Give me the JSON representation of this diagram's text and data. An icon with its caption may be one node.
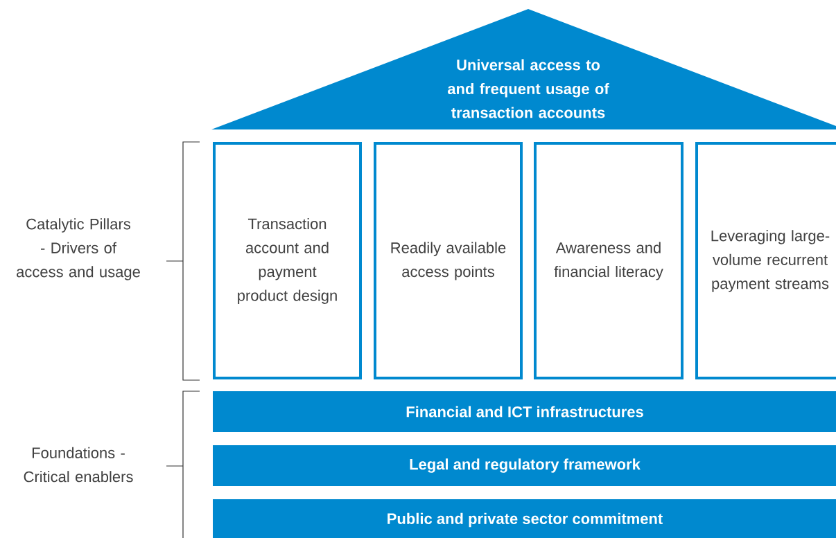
{
  "diagram": {
    "nodes": [
      {
        "text": [
          "Universal access to and frequent usage of transaction accounts"
        ]
      },
      {
        "text": [
          "Transaction account and payment product design"
        ]
      },
      {
        "text": [
          "Readily available access points"
        ]
      },
      {
        "text": [
          "Awareness and financial literacy"
        ]
      },
      {
        "text": [
          "Leveraging large-volume recurrent payment streams"
        ]
      },
      {
        "text": [
          "Financial and ICT infrastructures"
        ]
      },
      {
        "text": [
          "Legal and regulatory framework"
        ]
      },
      {
        "text": [
          "Public and private sector commitment"
        ]
      }
    ],
    "labels": [
      "Catalytic Pillars - Drivers of access and usage",
      "Foundations - Critical enablers"
    ]
  }
}
